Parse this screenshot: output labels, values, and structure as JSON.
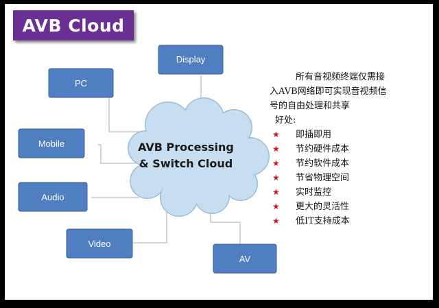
{
  "title": "AVB Cloud",
  "colors": {
    "title_bg": "#6a2f92",
    "node_fill": "#4f7fc0",
    "node_stroke": "#3a5f95",
    "cloud_fill": "#c6def0",
    "cloud_stroke": "#9cbcd6",
    "star": "#d0101a"
  },
  "diagram": {
    "center": {
      "line1": "AVB Processing",
      "line2": "& Switch Cloud"
    },
    "nodes": [
      {
        "id": "display",
        "label": "Display"
      },
      {
        "id": "pc",
        "label": "PC"
      },
      {
        "id": "mobile",
        "label": "Mobile"
      },
      {
        "id": "audio",
        "label": "Audio"
      },
      {
        "id": "video",
        "label": "Video"
      },
      {
        "id": "av",
        "label": "AV"
      }
    ]
  },
  "notes": {
    "intro_lines": [
      "所有音视频终端仅需接",
      "入AVB网络即可实现音视频信",
      "号的自由处理和共享"
    ],
    "benefits_label": "好处:",
    "benefit_icon": "red-star-icon",
    "benefits": [
      "即插即用",
      "节约硬件成本",
      "节约软件成本",
      "节省物理空间",
      "实时监控",
      "更大的灵活性",
      "低IT支持成本"
    ]
  }
}
